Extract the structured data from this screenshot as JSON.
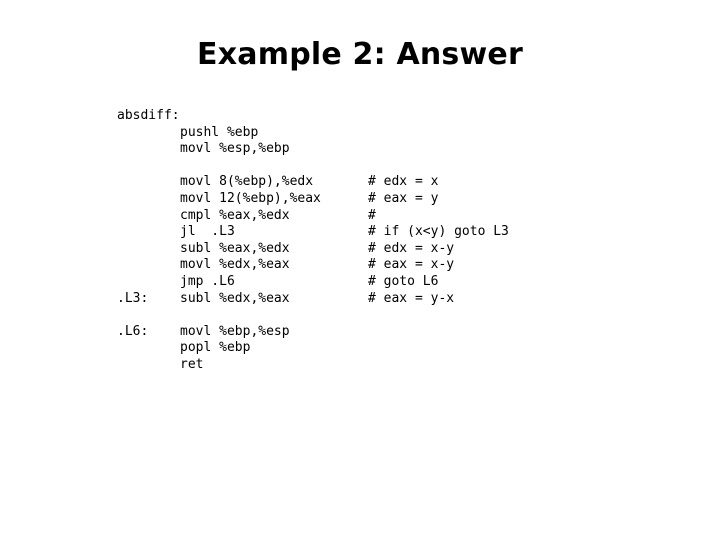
{
  "slide": {
    "title": "Example 2: Answer",
    "background_color": "#ffffff",
    "text_color": "#000000"
  },
  "code": {
    "language": "x86-assembly",
    "lines": [
      {
        "label": "absdiff:",
        "instruction": "",
        "comment": ""
      },
      {
        "label": "",
        "instruction": "pushl %ebp",
        "comment": ""
      },
      {
        "label": "",
        "instruction": "movl %esp,%ebp",
        "comment": ""
      },
      {
        "label": "",
        "instruction": "",
        "comment": ""
      },
      {
        "label": "",
        "instruction": "movl 8(%ebp),%edx",
        "comment": "# edx = x"
      },
      {
        "label": "",
        "instruction": "movl 12(%ebp),%eax",
        "comment": "# eax = y"
      },
      {
        "label": "",
        "instruction": "cmpl %eax,%edx",
        "comment": "#"
      },
      {
        "label": "",
        "instruction": "jl  .L3",
        "comment": "# if (x<y) goto L3"
      },
      {
        "label": "",
        "instruction": "subl %eax,%edx",
        "comment": "# edx = x-y"
      },
      {
        "label": "",
        "instruction": "movl %edx,%eax",
        "comment": "# eax = x-y"
      },
      {
        "label": "",
        "instruction": "jmp .L6",
        "comment": "# goto L6"
      },
      {
        "label": ".L3:",
        "instruction": "subl %edx,%eax",
        "comment": "# eax = y-x"
      },
      {
        "label": "",
        "instruction": "",
        "comment": ""
      },
      {
        "label": ".L6:",
        "instruction": "movl %ebp,%esp",
        "comment": ""
      },
      {
        "label": "",
        "instruction": "popl %ebp",
        "comment": ""
      },
      {
        "label": "",
        "instruction": "ret",
        "comment": ""
      }
    ]
  }
}
